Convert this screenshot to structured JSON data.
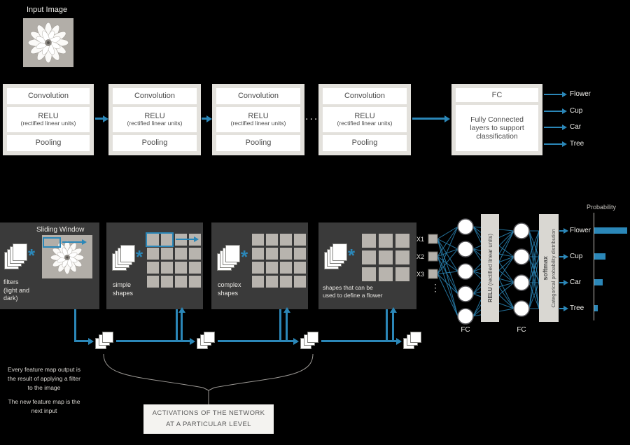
{
  "colors": {
    "accent_blue": "#2b87b8",
    "panel_dark": "#3a3a3a",
    "block_gray": "#e3e1dc"
  },
  "input": {
    "label": "Input Image"
  },
  "pipeline": {
    "blocks": [
      {
        "conv": "Convolution",
        "relu": "RELU",
        "relu_sub": "(rectified linear units)",
        "pool": "Pooling"
      },
      {
        "conv": "Convolution",
        "relu": "RELU",
        "relu_sub": "(rectified linear units)",
        "pool": "Pooling"
      },
      {
        "conv": "Convolution",
        "relu": "RELU",
        "relu_sub": "(rectified linear units)",
        "pool": "Pooling"
      },
      {
        "conv": "Convolution",
        "relu": "RELU",
        "relu_sub": "(rectified linear units)",
        "pool": "Pooling"
      }
    ],
    "dots": "...",
    "fc": {
      "title": "FC",
      "body": "Fully Connected layers to support classification"
    },
    "outputs": [
      "Flower",
      "Cup",
      "Car",
      "Tree"
    ]
  },
  "features": {
    "asterisk": "*",
    "panels": [
      {
        "title": "Sliding Window",
        "caption": "filters\n(light and\ndark)"
      },
      {
        "caption": "simple\nshapes"
      },
      {
        "caption": "complex\nshapes"
      },
      {
        "caption": "shapes that can be\nused to define a flower"
      }
    ]
  },
  "network": {
    "inputs": [
      "X1",
      "X2",
      "X3"
    ],
    "dots": "⋮",
    "fc_label_1": "FC",
    "fc_label_2": "FC",
    "relu": {
      "title": "RELU",
      "sub": "(rectified linear units)"
    },
    "softmax": {
      "title": "softmax",
      "sub": "Categorical probability distribution"
    }
  },
  "chart_data": {
    "type": "bar",
    "orientation": "horizontal",
    "title": "Probability",
    "categories": [
      "Flower",
      "Cup",
      "Car",
      "Tree"
    ],
    "values": [
      0.9,
      0.3,
      0.24,
      0.1
    ],
    "xlim": [
      0,
      1
    ],
    "legend": false,
    "color": "#2b87b8"
  },
  "notes": {
    "note1": "Every feature map output is\nthe result of applying a filter\nto the image",
    "note2": "The new feature map is the\nnext input"
  },
  "activation_box": {
    "line1": "ACTIVATIONS OF THE NETWORK",
    "line2": "AT A PARTICULAR LEVEL"
  }
}
